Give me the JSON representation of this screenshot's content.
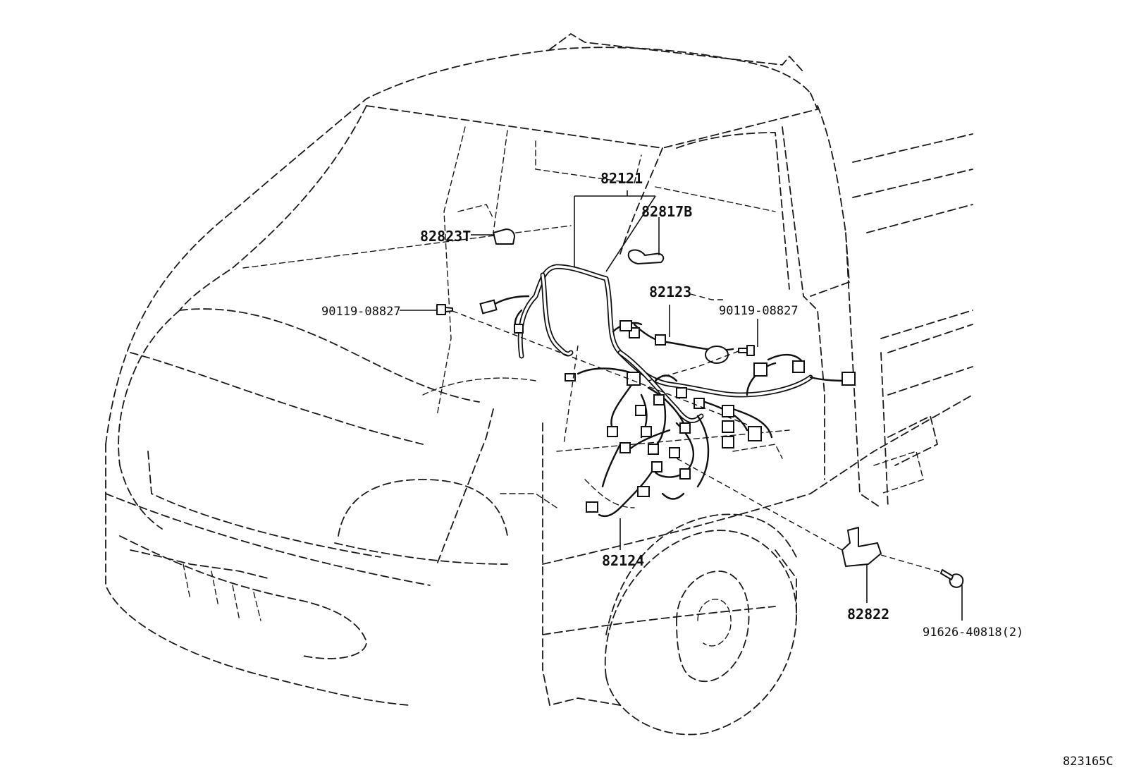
{
  "diagram": {
    "code": "823165C",
    "parts": {
      "p82121": "82121",
      "p82817b": "82817B",
      "p82823t": "82823T",
      "p90119_left": "90119-08827",
      "p82123": "82123",
      "p90119_right": "90119-08827",
      "p82124": "82124",
      "p82822": "82822",
      "p91626": "91626-40818(2)"
    }
  }
}
